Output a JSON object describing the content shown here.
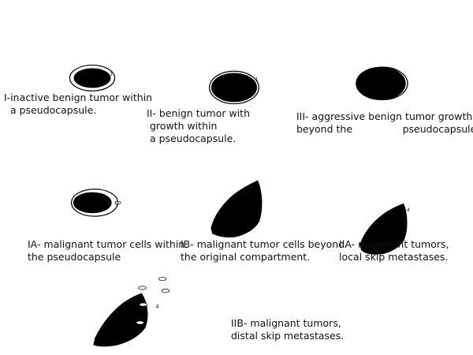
{
  "colors": {
    "outline": "#000000",
    "tumor": "#000000",
    "background": "#ffffff"
  },
  "stages": [
    {
      "id": "I",
      "caption_lines": [
        "I-inactive benign tumor within",
        "a pseudocapsule."
      ],
      "marker": "1"
    },
    {
      "id": "II",
      "caption_lines": [
        "II- benign tumor with",
        "growth within",
        "a pseudocapsule."
      ],
      "marker": "1"
    },
    {
      "id": "III",
      "caption_lines": [
        "III- aggressive benign tumor growth",
        "beyond the                pseudocapsule."
      ],
      "marker": ""
    },
    {
      "id": "IA",
      "caption_lines": [
        "IA- malignant tumor cells within",
        "the pseudocapsule"
      ],
      "marker": "3"
    },
    {
      "id": "IB",
      "caption_lines": [
        "IB- malignant tumor cells beyond",
        "the original compartment."
      ],
      "marker": ""
    },
    {
      "id": "IIA",
      "caption_lines": [
        "IIA- malignant tumors,",
        "local skip metastases."
      ],
      "marker": "4"
    },
    {
      "id": "IIB",
      "caption_lines": [
        "IIB- malignant tumors,",
        "distal skip metastases."
      ],
      "marker": "4"
    }
  ]
}
